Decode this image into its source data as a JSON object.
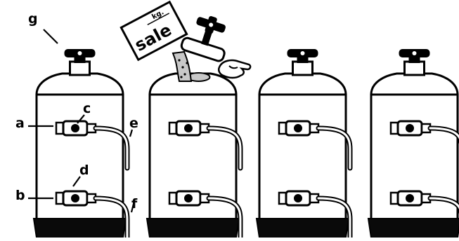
{
  "labels": {
    "a": "a",
    "b": "b",
    "c": "c",
    "d": "d",
    "e": "e",
    "f": "f",
    "g": "g"
  },
  "salt_box": {
    "unit": "kg.",
    "word": "sale"
  },
  "softener_units": 4,
  "colors": {
    "ink": "#000000",
    "tank_fill": "#ffffff",
    "base_fill": "#0a0a0a",
    "salt_grains": "#c8c8c8"
  },
  "icons": [
    "knob-icon",
    "valve-icon",
    "hose-icon",
    "salt-box-icon",
    "salt-pour-icon",
    "hand-icon"
  ]
}
